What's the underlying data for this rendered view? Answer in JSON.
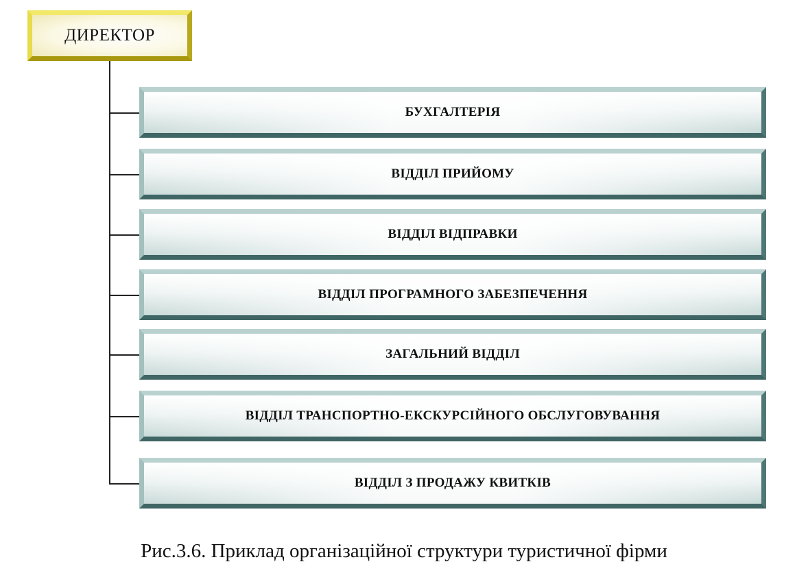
{
  "director": {
    "label": "ДИРЕКТОР"
  },
  "departments": [
    {
      "label": "БУХГАЛТЕРІЯ"
    },
    {
      "label": "ВІДДІЛ ПРИЙОМУ"
    },
    {
      "label": "ВІДДІЛ ВІДПРАВКИ"
    },
    {
      "label": "ВІДДІЛ ПРОГРАМНОГО ЗАБЕЗПЕЧЕННЯ"
    },
    {
      "label": "ЗАГАЛЬНИЙ ВІДДІЛ"
    },
    {
      "label": "ВІДДІЛ ТРАНСПОРТНО-ЕКСКУРСІЙНОГО ОБСЛУГОВУВАННЯ"
    },
    {
      "label": "ВІДДІЛ З ПРОДАЖУ КВИТКІВ"
    }
  ],
  "caption": "Рис.3.6. Приклад організаційної структури туристичної фірми",
  "colors": {
    "director_border": "#d7c52a",
    "department_border": "#7fa4a2",
    "connector": "#222222"
  }
}
